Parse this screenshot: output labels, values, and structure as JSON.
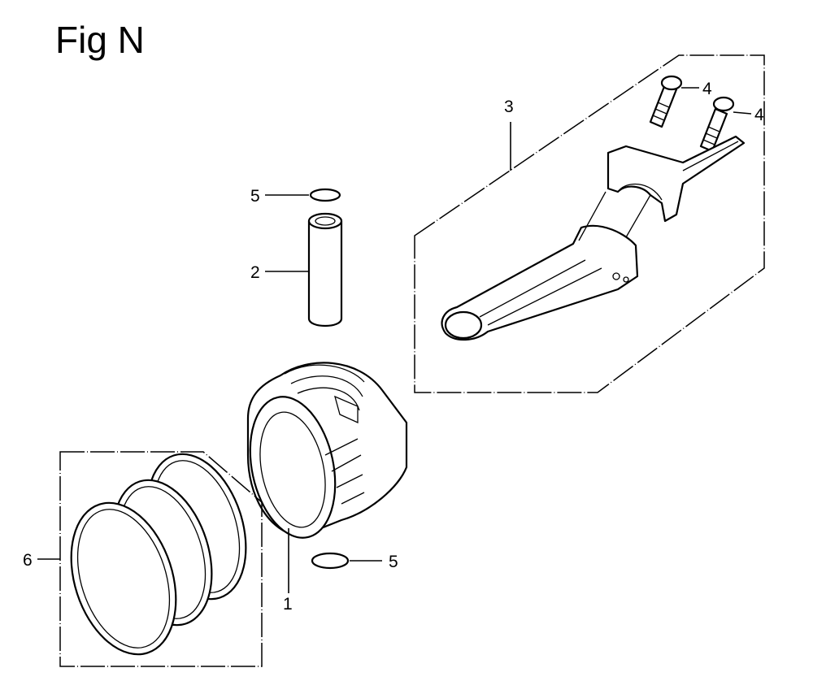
{
  "title": "Fig N",
  "callouts": [
    {
      "id": "piston",
      "label": "1"
    },
    {
      "id": "piston-pin",
      "label": "2"
    },
    {
      "id": "connecting-rod",
      "label": "3"
    },
    {
      "id": "rod-bolt-a",
      "label": "4"
    },
    {
      "id": "rod-bolt-b",
      "label": "4"
    },
    {
      "id": "pin-clip-top",
      "label": "5"
    },
    {
      "id": "pin-clip-bottom",
      "label": "5"
    },
    {
      "id": "piston-ring-set",
      "label": "6"
    }
  ]
}
